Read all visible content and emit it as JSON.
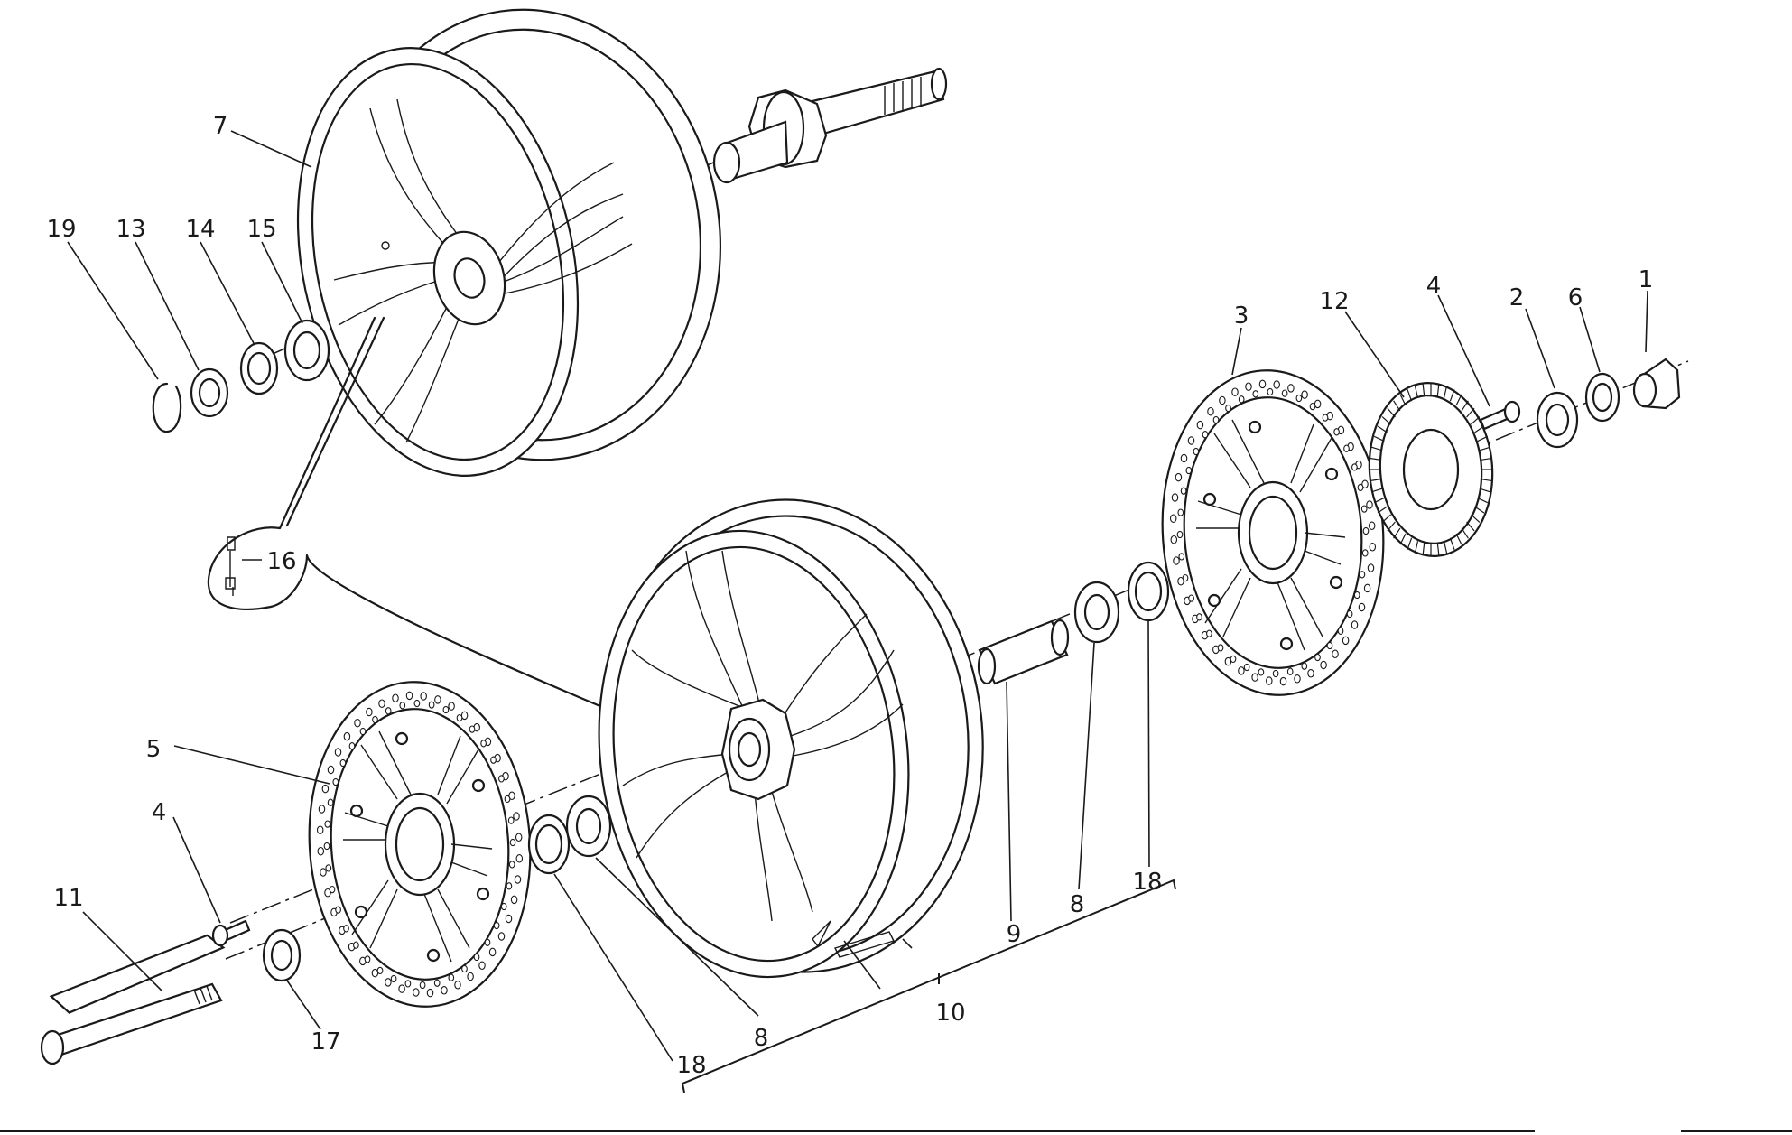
{
  "callouts": {
    "c1": "1",
    "c2": "2",
    "c3": "3",
    "c4a": "4",
    "c4b": "4",
    "c5": "5",
    "c6": "6",
    "c7": "7",
    "c8a": "8",
    "c8b": "8",
    "c9": "9",
    "c10": "10",
    "c11": "11",
    "c12": "12",
    "c13": "13",
    "c14": "14",
    "c15": "15",
    "c16": "16",
    "c17": "17",
    "c18a": "18",
    "c18b": "18",
    "c19": "19"
  }
}
